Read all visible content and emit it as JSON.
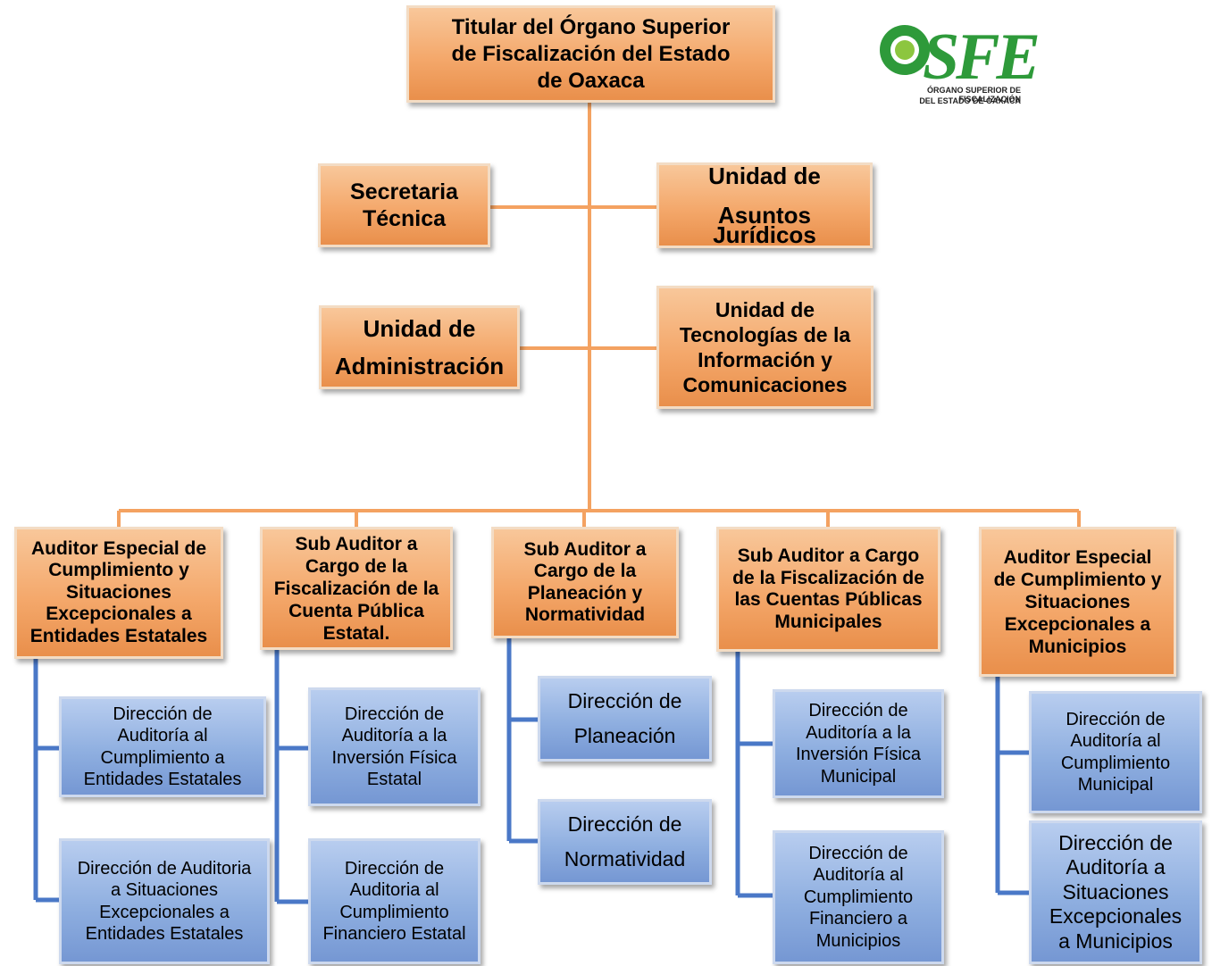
{
  "logo": {
    "brand": "OSFE",
    "subtitle_line1": "ÓRGANO SUPERIOR DE FISCALIZACIÓN",
    "subtitle_line2": "DEL ESTADO DE OAXACA",
    "colors": {
      "green": "#2e9a3a",
      "circle": "#8cc63f"
    }
  },
  "colors": {
    "connector_orange": "#f4a261",
    "connector_blue": "#4a78c7"
  },
  "chart": {
    "titular": "Titular del Órgano Superior\nde Fiscalización del Estado\nde Oaxaca",
    "staff_left": [
      "Secretaria\nTécnica",
      "Unidad de\n\nAdministración"
    ],
    "staff_right": [
      "Unidad de\n\nAsuntos\nJurídicos",
      "Unidad de\nTecnologías  de la\nInformación y\nComunicaciones"
    ],
    "auditors": [
      {
        "title": "Auditor Especial de\nCumplimiento y\nSituaciones\nExcepcionales a\nEntidades Estatales",
        "directions": [
          "Dirección de\nAuditoría al\nCumplimiento a\nEntidades Estatales",
          "Dirección de Auditoria\na Situaciones\nExcepcionales a\nEntidades Estatales"
        ]
      },
      {
        "title": "Sub Auditor a\nCargo de la\nFiscalización de la\nCuenta Pública\nEstatal.",
        "directions": [
          "Dirección de\nAuditoría a la\nInversión Física\nEstatal",
          "Dirección de\nAuditoria al\nCumplimiento\nFinanciero Estatal"
        ]
      },
      {
        "title": "Sub Auditor a\nCargo de la\nPlaneación y\nNormatividad",
        "directions": [
          "Dirección de\n\nPlaneación",
          "Dirección de\n\nNormatividad"
        ]
      },
      {
        "title": "Sub Auditor a Cargo\nde la Fiscalización de\nlas Cuentas Públicas\nMunicipales",
        "directions": [
          "Dirección de\nAuditoría a la\nInversión Física\nMunicipal",
          "Dirección de\nAuditoría al\nCumplimiento\nFinanciero a\nMunicipios"
        ]
      },
      {
        "title": "Auditor Especial\nde Cumplimiento y\nSituaciones\nExcepcionales a\nMunicipios",
        "directions": [
          "Dirección de\nAuditoría al\nCumplimiento\nMunicipal",
          "Dirección de\nAuditoría a\nSituaciones\nExcepcionales\na Municipios"
        ]
      }
    ]
  }
}
